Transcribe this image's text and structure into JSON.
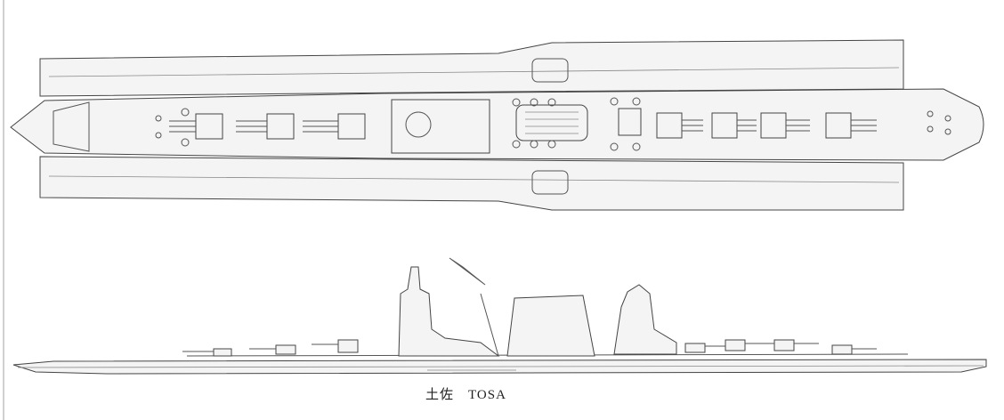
{
  "drawing": {
    "caption": "土佐　TOSA",
    "views": [
      "plan-view",
      "profile-view"
    ]
  },
  "colors": {
    "line": "#444444",
    "background": "#ffffff"
  }
}
